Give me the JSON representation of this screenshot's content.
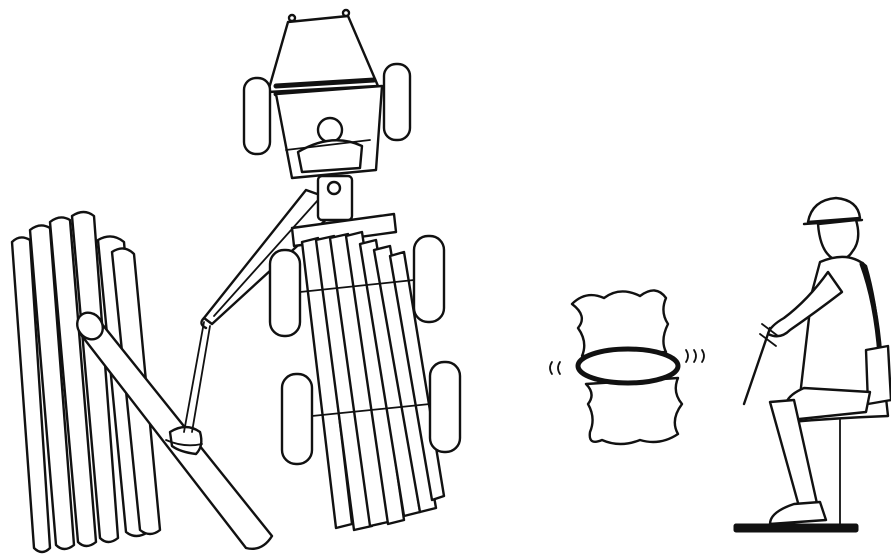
{
  "illustration": {
    "palette": {
      "ink": "#111111",
      "paper": "#ffffff"
    },
    "scenes": [
      "log-pile",
      "forestry-tractor-with-crane",
      "spinal-vertebrae-vibration",
      "seated-operator-with-hardhat"
    ]
  }
}
